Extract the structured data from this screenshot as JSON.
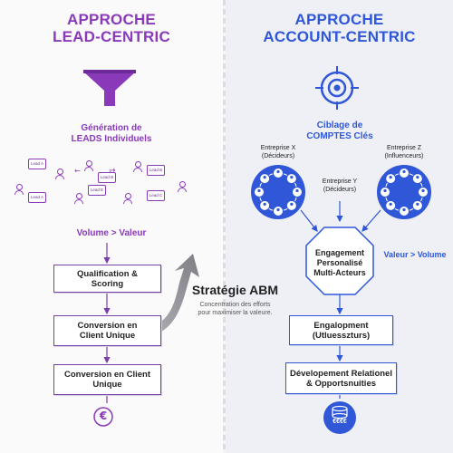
{
  "left": {
    "title_line1": "APPROCHE",
    "title_line2": "LEAD-CENTRIC",
    "generation_line1": "Génération de",
    "generation_line2": "LEADS Individuels",
    "leads": [
      "Lead A",
      "Lead B",
      "Lead A",
      "Lead E",
      "Lead B",
      "Lead C"
    ],
    "volume_label": "Volume > Valeur",
    "steps": [
      {
        "line1": "Qualification &",
        "line2": "Scoring"
      },
      {
        "line1": "Conversion en",
        "line2": "Client Unique"
      },
      {
        "line1": "Conversion en Client",
        "line2": "Unique"
      }
    ],
    "currency_symbol": "€"
  },
  "center": {
    "strategy_title": "Stratégie ABM",
    "strategy_desc_line1": "Concentration des efforts",
    "strategy_desc_line2": "pour maximiser la valeure."
  },
  "right": {
    "title_line1": "APPROCHE",
    "title_line2": "ACCOUNT-CENTRIC",
    "targeting_line1": "Ciblage de",
    "targeting_line2": "COMPTES Clés",
    "company_x_line1": "Entreprise X",
    "company_x_line2": "(Décideurs)",
    "company_z_line1": "Entreprise Z",
    "company_z_line2": "(Influenceurs)",
    "company_y_line1": "Entreprise Y",
    "company_y_line2": "(Décideurs)",
    "engagement_line1": "Engagement",
    "engagement_line2": "Personalisé",
    "engagement_line3": "Multi-Acteurs",
    "value_label": "Valeur > Volume",
    "steps": [
      {
        "line1": "Engalopment",
        "line2": "(Utluesszturs)"
      },
      {
        "line1": "Dévelopement Relationel",
        "line2": "& Opportsnuities"
      }
    ],
    "coins_label": "€€€€"
  },
  "colors": {
    "purple": "#8a3ab9",
    "blue": "#2f57d8",
    "gray_arrow": "#8f8f95"
  }
}
